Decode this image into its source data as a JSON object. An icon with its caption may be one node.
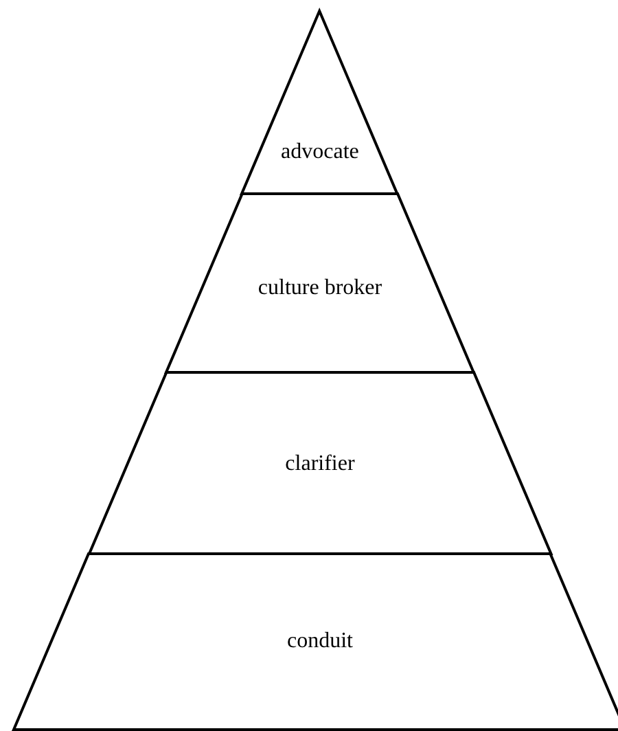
{
  "diagram": {
    "nodes": [
      {
        "text": [
          "advocate"
        ]
      },
      {
        "text": [
          "culture broker"
        ]
      },
      {
        "text": [
          "clarifier"
        ]
      },
      {
        "text": [
          "conduit"
        ]
      }
    ]
  }
}
